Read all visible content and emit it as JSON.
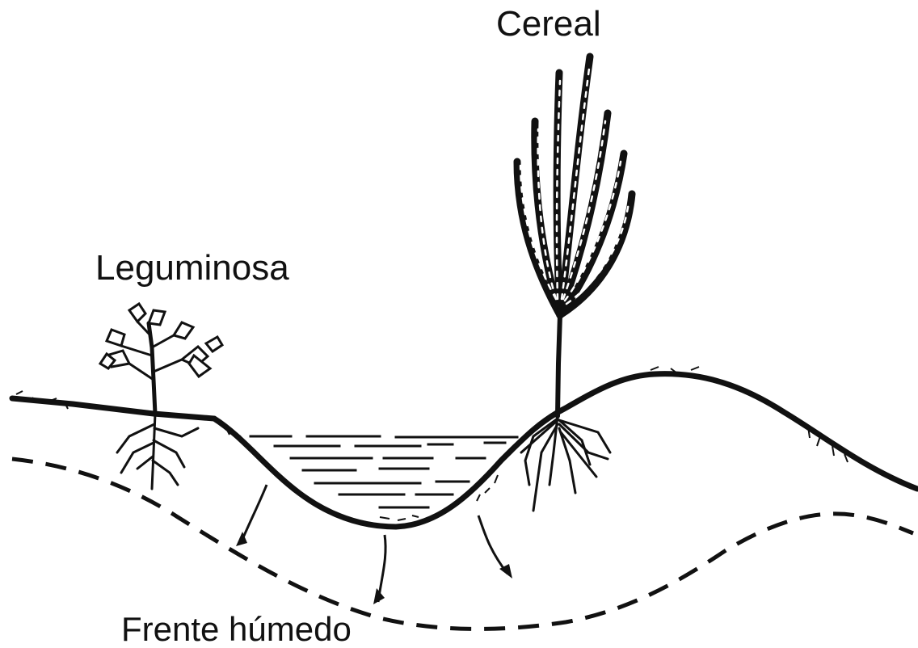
{
  "labels": {
    "cereal": "Cereal",
    "leguminosa": "Leguminosa",
    "wetting_front": "Frente húmedo"
  },
  "colors": {
    "ink": "#111111",
    "background": "#ffffff"
  }
}
